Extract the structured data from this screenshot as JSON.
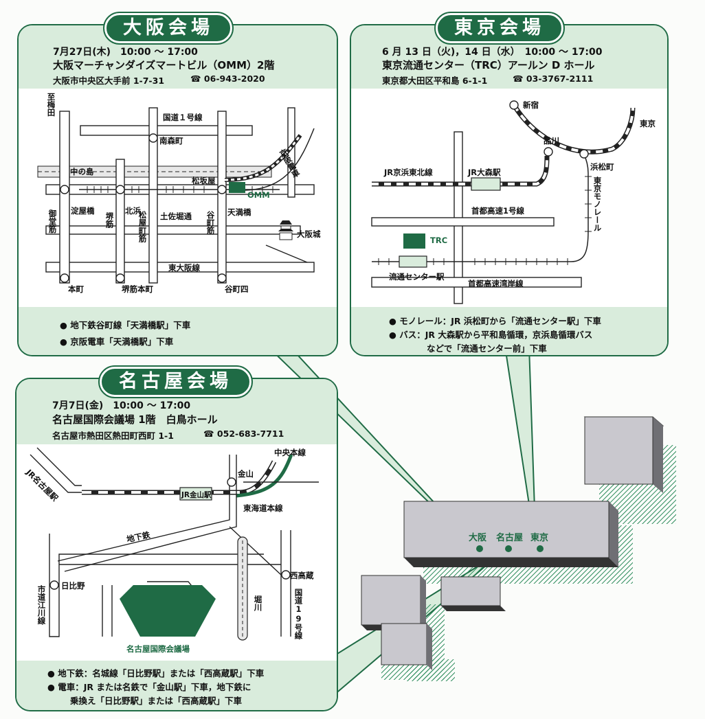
{
  "colors": {
    "accent": "#1f6b45",
    "panel_tint": "#d9ecdc",
    "japan_gray": "#c8c7cd"
  },
  "osaka": {
    "badge": "大阪会場",
    "date": "7月27日(木)　10:00 〜 17:00",
    "venue": "大阪マーチャンダイズマートビル（OMM）2階",
    "address": "大阪市中央区大手前 1-7-31",
    "phone": "☎ 06-943-2020",
    "map": {
      "horizontal_labels": [
        "国道１号線",
        "南森町",
        "中の島",
        "松坂屋",
        "OMM",
        "淀屋橋",
        "北浜",
        "土佐堀通",
        "天満橋",
        "大阪城",
        "東大阪線",
        "本町",
        "堺筋本町",
        "谷町四"
      ],
      "vertical_labels": [
        "至梅田",
        "京阪電車",
        "御堂筋",
        "堺筋",
        "松屋町筋",
        "谷町筋"
      ]
    },
    "access": [
      "● 地下鉄谷町線「天満橋駅」下車",
      "● 京阪電車「天満橋駅」下車"
    ]
  },
  "tokyo": {
    "badge": "東京会場",
    "date": "6 月 13 日（火)，14 日（水）　10:00 〜 17:00",
    "venue": "東京流通センター（TRC）アールン D ホール",
    "address": "東京都大田区平和島 6-1-1",
    "phone": "☎ 03-3767-2111",
    "map": {
      "horizontal_labels": [
        "新宿",
        "東京",
        "品川",
        "浜松町",
        "JR京浜東北線",
        "JR大森駅",
        "首都高速1号線",
        "TRC",
        "流通センター駅",
        "首都高速湾岸線"
      ],
      "vertical_labels": [
        "東京モノレール"
      ]
    },
    "access": [
      "● モノレール：JR 浜松町から「流通センター駅」下車",
      "● バス：JR 大森駅から平和島循環，京浜島循環バス",
      "などで「流通センター前」下車"
    ]
  },
  "nagoya": {
    "badge": "名古屋会場",
    "date": "7月7日(金)　10:00 〜 17:00",
    "venue": "名古屋国際会議場 1階　白鳥ホール",
    "address": "名古屋市熱田区熱田町西町 1-1",
    "phone": "☎ 052-683-7711",
    "map": {
      "horizontal_labels": [
        "中央本線",
        "金山",
        "JR金山駅",
        "東海道本線",
        "地下鉄",
        "西高蔵",
        "日比野",
        "名古屋国際会議場"
      ],
      "vertical_labels": [
        "市道江川線",
        "堀川",
        "国道19号線"
      ],
      "diagonal_label": "JR名古屋駅"
    },
    "access": [
      "● 地下鉄：名城線「日比野駅」または「西高蔵駅」下車",
      "● 電車：JR または名鉄で「金山駅」下車，地下鉄に",
      "乗換え「日比野駅」または「西高蔵駅」下車"
    ]
  },
  "japan_map": {
    "cities": [
      "大阪",
      "名古屋",
      "東京"
    ]
  }
}
